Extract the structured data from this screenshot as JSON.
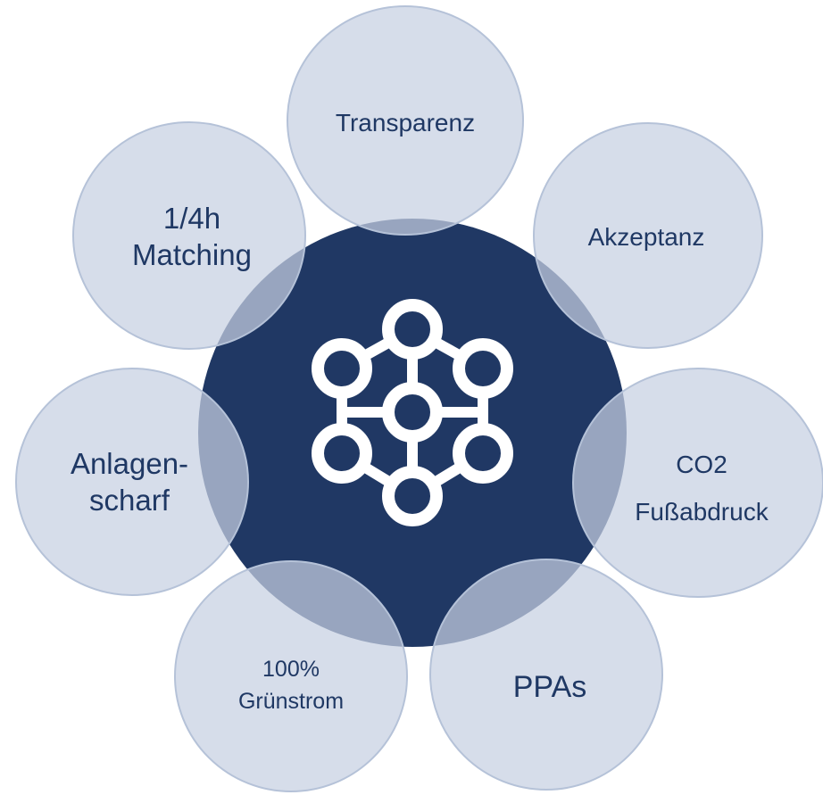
{
  "diagram": {
    "colors": {
      "core": "#203864",
      "petal_fill": "#c6d0e2",
      "petal_stroke": "#b5c2d8",
      "text": "#1f3864",
      "icon": "#ffffff"
    },
    "center_icon": "network-molecule-icon",
    "petals": [
      {
        "id": "transparenz",
        "label": "Transparenz"
      },
      {
        "id": "akzeptanz",
        "label": "Akzeptanz"
      },
      {
        "id": "co2",
        "label": "CO2\nFußabdruck"
      },
      {
        "id": "ppas",
        "label": "PPAs"
      },
      {
        "id": "gruenstrom",
        "label": "100%\nGrünstrom"
      },
      {
        "id": "anlagenscharf",
        "label": "Anlagen-\nscharf"
      },
      {
        "id": "matching",
        "label": "1/4h\nMatching"
      }
    ]
  }
}
